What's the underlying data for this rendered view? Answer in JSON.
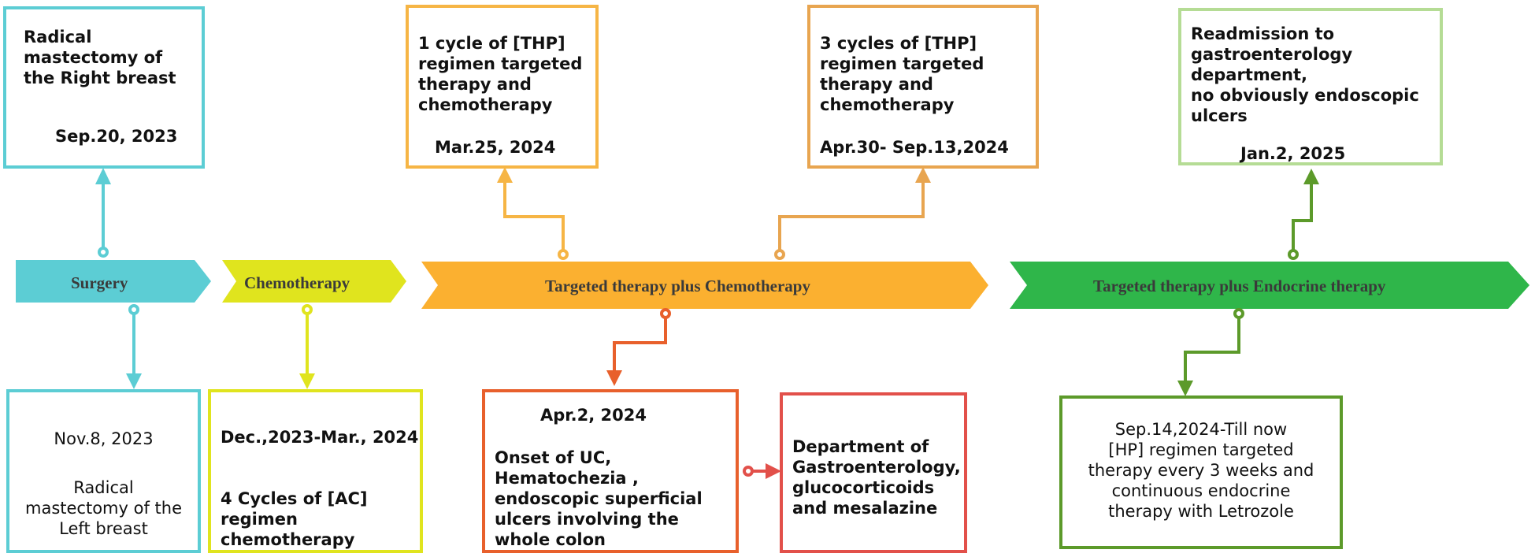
{
  "colors": {
    "surgery": "#5ccdd4",
    "chemo": "#e0e41e",
    "targeted_chemo": "#fbb030",
    "chemo_box": "#f6b545",
    "thp_box2": "#e8a550",
    "uc": "#e8602c",
    "gastro": "#e2504a",
    "endocrine": "#2fb64a",
    "hp_box": "#5c9a2a",
    "readmit_box": "#b5dc95",
    "text": "#111111",
    "phase_text": "#3a3a3a"
  },
  "phases": [
    {
      "label": "Surgery"
    },
    {
      "label": "Chemotherapy"
    },
    {
      "label": "Targeted therapy plus Chemotherapy"
    },
    {
      "label": "Targeted therapy plus Endocrine therapy"
    }
  ],
  "events": {
    "surgery_right": {
      "lines": [
        "Radical",
        "mastectomy of",
        "the Right breast"
      ],
      "date": "Sep.20, 2023"
    },
    "surgery_left": {
      "date": "Nov.8, 2023",
      "lines": [
        "Radical",
        "mastectomy of the",
        "Left breast"
      ]
    },
    "chemo_ac": {
      "date": "Dec.,2023-Mar., 2024",
      "lines": [
        "4 Cycles of [AC]",
        "regimen",
        "chemotherapy"
      ]
    },
    "thp_1": {
      "lines": [
        "1 cycle of [THP]",
        "regimen targeted",
        "therapy and",
        "chemotherapy"
      ],
      "date": "Mar.25, 2024"
    },
    "thp_3": {
      "lines": [
        "3 cycles of [THP]",
        "regimen targeted",
        "therapy and",
        "chemotherapy"
      ],
      "date": "Apr.30- Sep.13,2024"
    },
    "uc_onset": {
      "date": "Apr.2, 2024",
      "lines": [
        "Onset of UC,",
        "Hematochezia ,",
        "endoscopic superficial",
        "ulcers involving the",
        "whole colon"
      ]
    },
    "gastro_dept": {
      "lines": [
        "Department of",
        "Gastroenterology,",
        "glucocorticoids",
        "and mesalazine"
      ]
    },
    "readmission": {
      "lines": [
        "Readmission to",
        "gastroenterology",
        "department,",
        "no obviously endoscopic",
        "ulcers"
      ],
      "date": "Jan.2, 2025"
    },
    "hp_regimen": {
      "lines": [
        "Sep.14,2024-Till now",
        "[HP] regimen targeted",
        "therapy every 3 weeks and",
        "continuous endocrine",
        "therapy with Letrozole"
      ]
    }
  }
}
